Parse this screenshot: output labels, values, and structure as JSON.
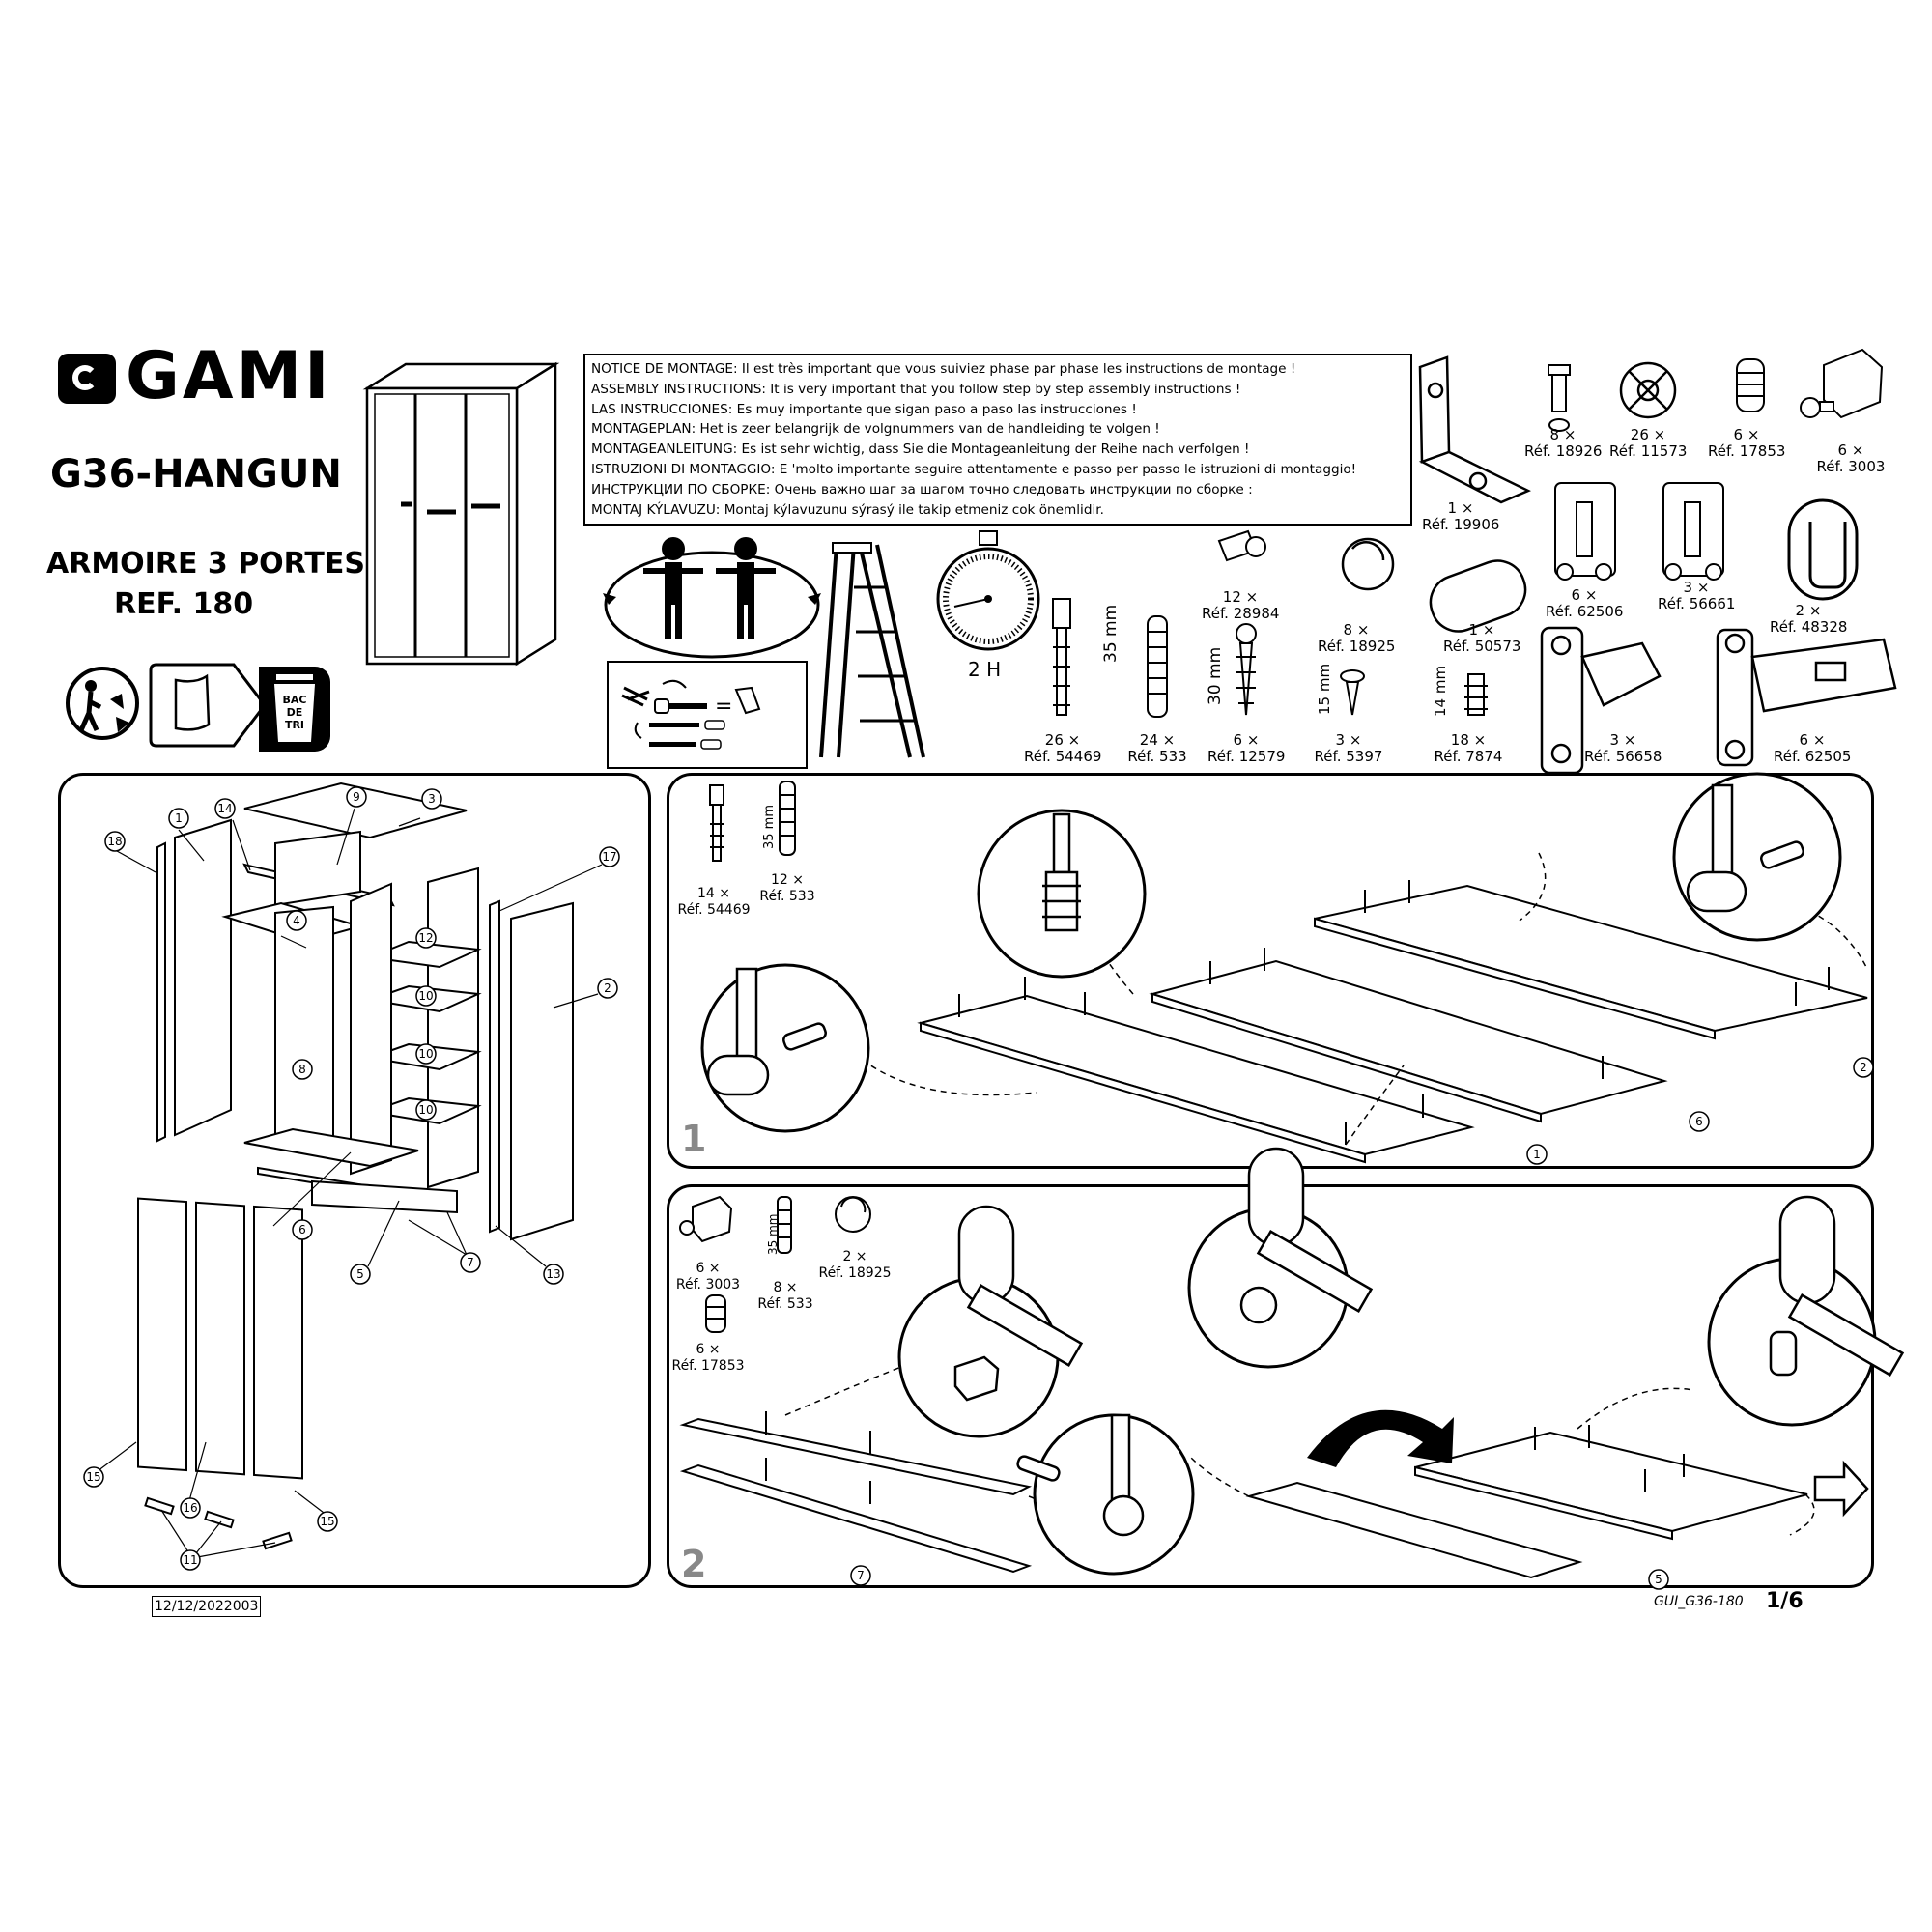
{
  "header": {
    "brand": "GAMI",
    "model": "G36-HANGUN",
    "product": "ARMOIRE 3 PORTES",
    "ref": "REF. 180",
    "recycle_badge": "BAC DE TRI"
  },
  "notice": [
    "NOTICE DE MONTAGE: Il est très important que vous suiviez phase par phase les instructions de montage !",
    "ASSEMBLY INSTRUCTIONS: It is very important that you follow step by step assembly instructions !",
    "LAS INSTRUCCIONES: Es muy importante que sigan paso a paso las instrucciones !",
    "MONTAGEPLAN: Het is zeer belangrijk de volgnummers van de handleiding te volgen !",
    "MONTAGEANLEITUNG: Es ist sehr wichtig, dass Sie die Montageanleitung der Reihe nach verfolgen !",
    "ISTRUZIONI DI MONTAGGIO: E 'molto importante seguire attentamente e passo per passo le istruzioni di montaggio!",
    "ИНСТРУКЦИИ ПО СБОРКЕ: Очень важно шаг за шагом точно следовать инструкции по сборке :",
    "MONTAJ KÝLAVUZU: Montaj kýlavuzunu sýrasý ile takip etmeniz cok önemlidir."
  ],
  "assembly": {
    "time": "2 H"
  },
  "parts": [
    {
      "qty": "1 ×",
      "ref": "Réf. 19906"
    },
    {
      "qty": "8 ×",
      "ref": "Réf. 18926"
    },
    {
      "qty": "26 ×",
      "ref": "Réf. 11573"
    },
    {
      "qty": "6 ×",
      "ref": "Réf. 17853"
    },
    {
      "qty": "6 ×",
      "ref": "Réf. 3003"
    },
    {
      "qty": "12 ×",
      "ref": "Réf. 28984"
    },
    {
      "qty": "8 ×",
      "ref": "Réf. 18925"
    },
    {
      "qty": "1 ×",
      "ref": "Réf. 50573"
    },
    {
      "qty": "6 ×",
      "ref": "Réf. 62506"
    },
    {
      "qty": "3 ×",
      "ref": "Réf. 56661"
    },
    {
      "qty": "2 ×",
      "ref": "Réf. 48328"
    },
    {
      "qty": "26 ×",
      "ref": "Réf. 54469"
    },
    {
      "qty": "24 ×",
      "ref": "Réf. 533"
    },
    {
      "qty": "6 ×",
      "ref": "Réf. 12579"
    },
    {
      "qty": "3 ×",
      "ref": "Réf. 5397"
    },
    {
      "qty": "18 ×",
      "ref": "Réf. 7874"
    },
    {
      "qty": "3 ×",
      "ref": "Réf. 56658"
    },
    {
      "qty": "6 ×",
      "ref": "Réf. 62505"
    }
  ],
  "sizes": {
    "dowel": "35 mm",
    "screw30": "30 mm",
    "screw15": "15 mm",
    "screw14": "14 mm"
  },
  "step1": {
    "number": "1",
    "parts": [
      {
        "qty": "14 ×",
        "ref": "Réf. 54469"
      },
      {
        "qty": "12 ×",
        "ref": "Réf. 533"
      }
    ]
  },
  "step2": {
    "number": "2",
    "parts": [
      {
        "qty": "6 ×",
        "ref": "Réf. 3003"
      },
      {
        "qty": "8 ×",
        "ref": "Réf. 533"
      },
      {
        "qty": "2 ×",
        "ref": "Réf. 18925"
      },
      {
        "qty": "6 ×",
        "ref": "Réf. 17853"
      }
    ]
  },
  "callouts": [
    "1",
    "2",
    "3",
    "4",
    "5",
    "6",
    "7",
    "8",
    "9",
    "10",
    "11",
    "12",
    "13",
    "14",
    "15",
    "16",
    "17",
    "18"
  ],
  "footer": {
    "date": "12/12/2022003",
    "doc_code": "GUI_G36-180",
    "page": "1/6"
  }
}
